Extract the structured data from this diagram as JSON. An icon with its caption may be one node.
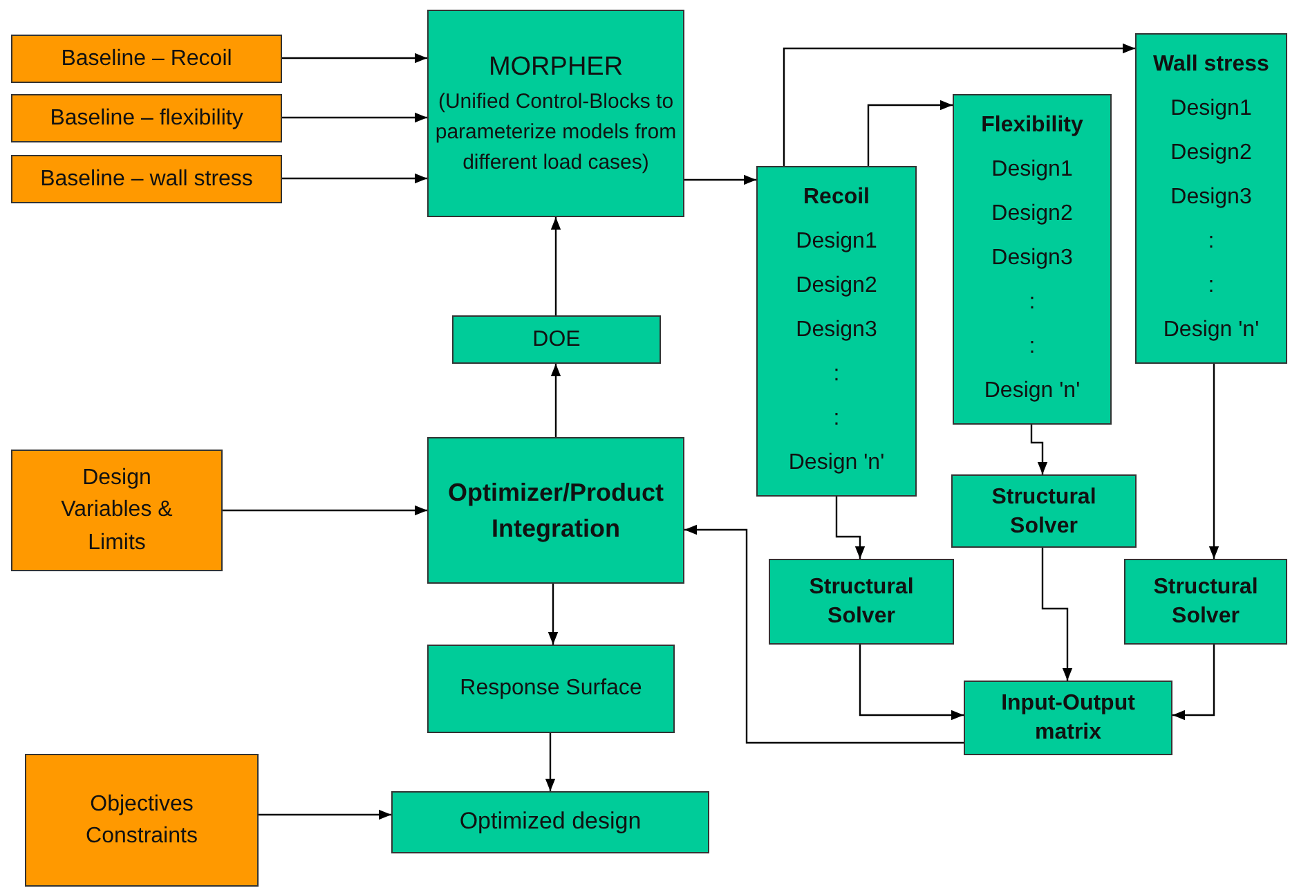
{
  "diagram": {
    "nodes": [
      {
        "text": [
          "Baseline – Recoil"
        ]
      },
      {
        "text": [
          "Baseline – flexibility"
        ]
      },
      {
        "text": [
          "Baseline – wall stress"
        ]
      },
      {
        "text": [
          "MORPHER",
          "(Unified Control-Blocks to parameterize models from different load cases)"
        ]
      },
      {
        "text": [
          "DOE"
        ]
      },
      {
        "text": [
          "Design Variables & Limits"
        ]
      },
      {
        "text": [
          "Optimizer/Product Integration"
        ]
      },
      {
        "text": [
          "Response Surface"
        ]
      },
      {
        "text": [
          "Objectives Constraints"
        ]
      },
      {
        "text": [
          "Optimized design"
        ]
      },
      {
        "text": [
          "Recoil",
          "Design1",
          "Design2",
          "Design3",
          ":",
          ":",
          "Design 'n'"
        ]
      },
      {
        "text": [
          "Flexibility",
          "Design1",
          "Design2",
          "Design3",
          ":",
          ":",
          "Design 'n'"
        ]
      },
      {
        "text": [
          "Wall stress",
          "Design1",
          "Design2",
          "Design3",
          ":",
          ":",
          "Design 'n'"
        ]
      },
      {
        "text": [
          "Structural Solver"
        ]
      },
      {
        "text": [
          "Structural Solver"
        ]
      },
      {
        "text": [
          "Structural Solver"
        ]
      },
      {
        "text": [
          "Input-Output matrix"
        ]
      }
    ],
    "edges": [
      {
        "from": 0,
        "to": 3,
        "arrow": "to"
      },
      {
        "from": 1,
        "to": 3,
        "arrow": "to"
      },
      {
        "from": 2,
        "to": 3,
        "arrow": "to"
      },
      {
        "from": 4,
        "to": 3,
        "arrow": "to"
      },
      {
        "from": 6,
        "to": 4,
        "arrow": "to"
      },
      {
        "from": 5,
        "to": 6,
        "arrow": "to"
      },
      {
        "from": 6,
        "to": 7,
        "arrow": "to"
      },
      {
        "from": 7,
        "to": 9,
        "arrow": "to"
      },
      {
        "from": 8,
        "to": 9,
        "arrow": "to"
      },
      {
        "from": 3,
        "to": 10,
        "arrow": "to"
      },
      {
        "from": 10,
        "to": 12,
        "arrow": "to"
      },
      {
        "from": 10,
        "to": 11,
        "arrow": "to"
      },
      {
        "from": 10,
        "to": 13,
        "arrow": "to"
      },
      {
        "from": 11,
        "to": 14,
        "arrow": "to"
      },
      {
        "from": 12,
        "to": 15,
        "arrow": "to"
      },
      {
        "from": 13,
        "to": 16,
        "arrow": "to"
      },
      {
        "from": 14,
        "to": 16,
        "arrow": "to"
      },
      {
        "from": 15,
        "to": 16,
        "arrow": "to"
      },
      {
        "from": 16,
        "to": 6,
        "arrow": "to"
      }
    ]
  }
}
